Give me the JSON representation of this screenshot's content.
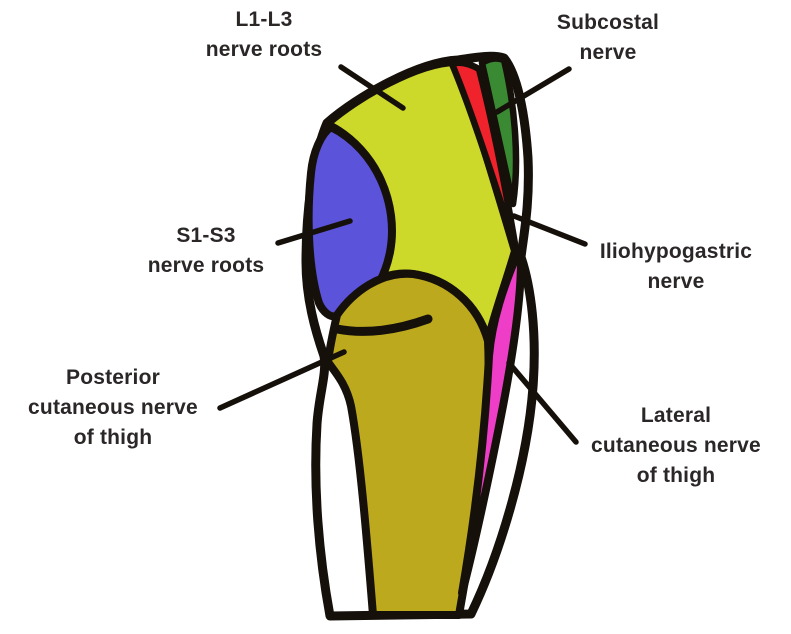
{
  "figure": {
    "description": "Posterior thigh cutaneous innervation diagram",
    "background_color": "#ffffff",
    "outline_color": "#16100b",
    "label_text_color": "#2b2727",
    "regions": {
      "l1_l3": {
        "name": "L1-L3 nerve roots region",
        "color": "#ccd92b"
      },
      "s1_s3": {
        "name": "S1-S3 nerve roots region",
        "color": "#5b53d9"
      },
      "subcostal": {
        "name": "Subcostal nerve region",
        "color": "#3a8a33"
      },
      "iliohypogastric": {
        "name": "Iliohypogastric nerve region",
        "color": "#f0222b"
      },
      "posterior_cutaneous": {
        "name": "Posterior cutaneous nerve of thigh region",
        "color": "#bca91e"
      },
      "lateral_cutaneous": {
        "name": "Lateral cutaneous nerve of thigh region",
        "color": "#ee3ec7"
      }
    }
  },
  "labels": {
    "l1_l3": {
      "line1": "L1-L3",
      "line2": "nerve roots"
    },
    "subcostal": {
      "line1": "Subcostal",
      "line2": "nerve"
    },
    "s1_s3": {
      "line1": "S1-S3",
      "line2": "nerve roots"
    },
    "iliohypogastric": {
      "line1": "Iliohypogastric",
      "line2": "nerve"
    },
    "posterior_cutaneous": {
      "line1": "Posterior",
      "line2": "cutaneous nerve",
      "line3": "of thigh"
    },
    "lateral_cutaneous": {
      "line1": "Lateral",
      "line2": "cutaneous nerve",
      "line3": "of thigh"
    }
  }
}
